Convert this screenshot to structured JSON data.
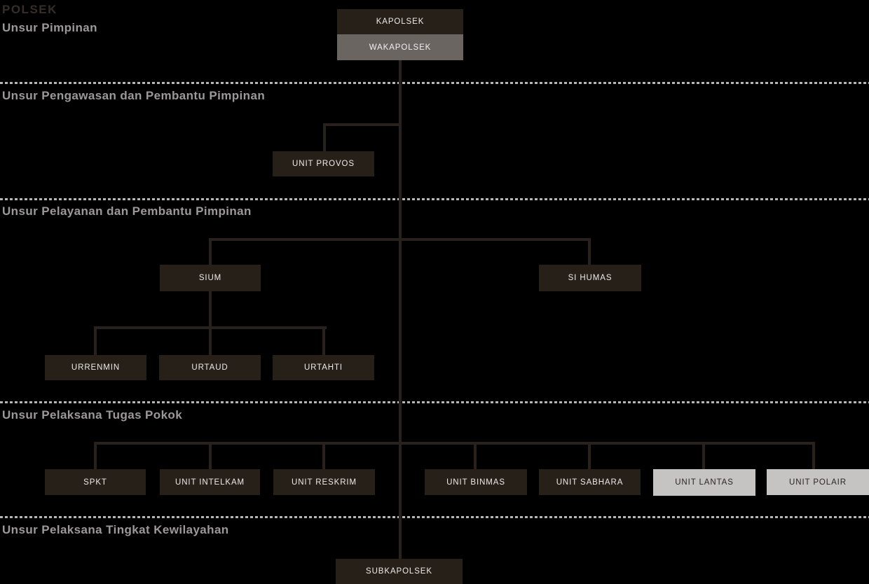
{
  "title": "POLSEK",
  "colors": {
    "background": "#000000",
    "box_dark": "#262019",
    "box_gray": "#6b6562",
    "box_light": "#c6c4c3",
    "connector": "#29211d",
    "section_label": "#9c9a99",
    "title_text": "#352e2a",
    "dashed_separator": "#b8b6b5",
    "box_text_light": "#edebea",
    "box_text_dark": "#2a2523"
  },
  "sections": [
    {
      "label": "Unsur Pimpinan"
    },
    {
      "label": "Unsur Pengawasan dan Pembantu Pimpinan"
    },
    {
      "label": "Unsur Pelayanan dan Pembantu Pimpinan"
    },
    {
      "label": "Unsur Pelaksana Tugas Pokok"
    },
    {
      "label": "Unsur Pelaksana Tingkat Kewilayahan"
    }
  ],
  "nodes": [
    {
      "label": "KAPOLSEK",
      "variant": "dark"
    },
    {
      "label": "WAKAPOLSEK",
      "variant": "gray"
    },
    {
      "label": "UNIT PROVOS",
      "variant": "dark"
    },
    {
      "label": "SIUM",
      "variant": "dark"
    },
    {
      "label": "SI HUMAS",
      "variant": "dark"
    },
    {
      "label": "URRENMIN",
      "variant": "dark"
    },
    {
      "label": "URTAUD",
      "variant": "dark"
    },
    {
      "label": "URTAHTI",
      "variant": "dark"
    },
    {
      "label": "SPKT",
      "variant": "dark"
    },
    {
      "label": "UNIT INTELKAM",
      "variant": "dark"
    },
    {
      "label": "UNIT RESKRIM",
      "variant": "dark"
    },
    {
      "label": "UNIT BINMAS",
      "variant": "dark"
    },
    {
      "label": "UNIT SABHARA",
      "variant": "dark"
    },
    {
      "label": "UNIT LANTAS",
      "variant": "light"
    },
    {
      "label": "UNIT POLAIR",
      "variant": "light"
    },
    {
      "label": "SUBKAPOLSEK",
      "variant": "dark"
    }
  ]
}
